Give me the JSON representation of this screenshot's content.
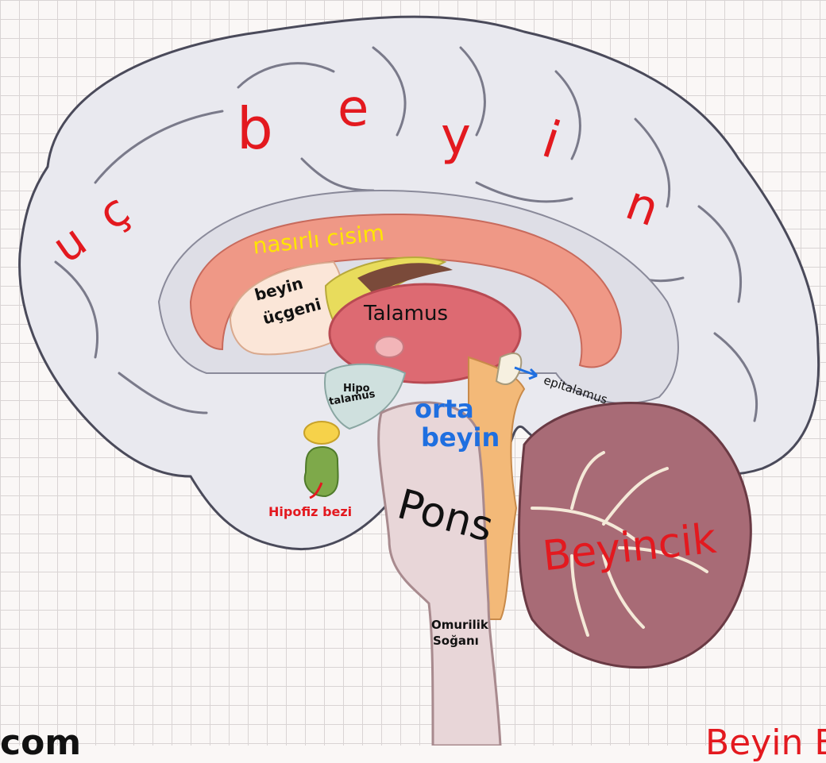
{
  "title_letters": [
    "u",
    "ç",
    "b",
    "e",
    "y",
    "i",
    "n"
  ],
  "labels": {
    "corpus_callosum": "nasırlı cisim",
    "fornix_line1": "beyin",
    "fornix_line2": "üçgeni",
    "thalamus": "Talamus",
    "epithalamus": "epitalamus",
    "hypothalamus_line1": "Hipo",
    "hypothalamus_line2": "talamus",
    "midbrain_line1": "orta",
    "midbrain_line2": "beyin",
    "pituitary": "Hipofiz bezi",
    "pons": "Pons",
    "cerebellum": "Beyincik",
    "medulla_line1": "Omurilik",
    "medulla_line2": "Soğanı"
  },
  "bottom_left_fragment": "com",
  "bottom_right_fragment": "Beyin B",
  "colors": {
    "title_red": "#e3191f",
    "label_blue": "#1f6fe0",
    "label_yellow": "#ffe600",
    "brain_gray": "#e9e9ef",
    "callosum_salmon": "#ef9886",
    "thalamus_pink": "#dd6a72",
    "cerebellum_mauve": "#a86b76"
  }
}
